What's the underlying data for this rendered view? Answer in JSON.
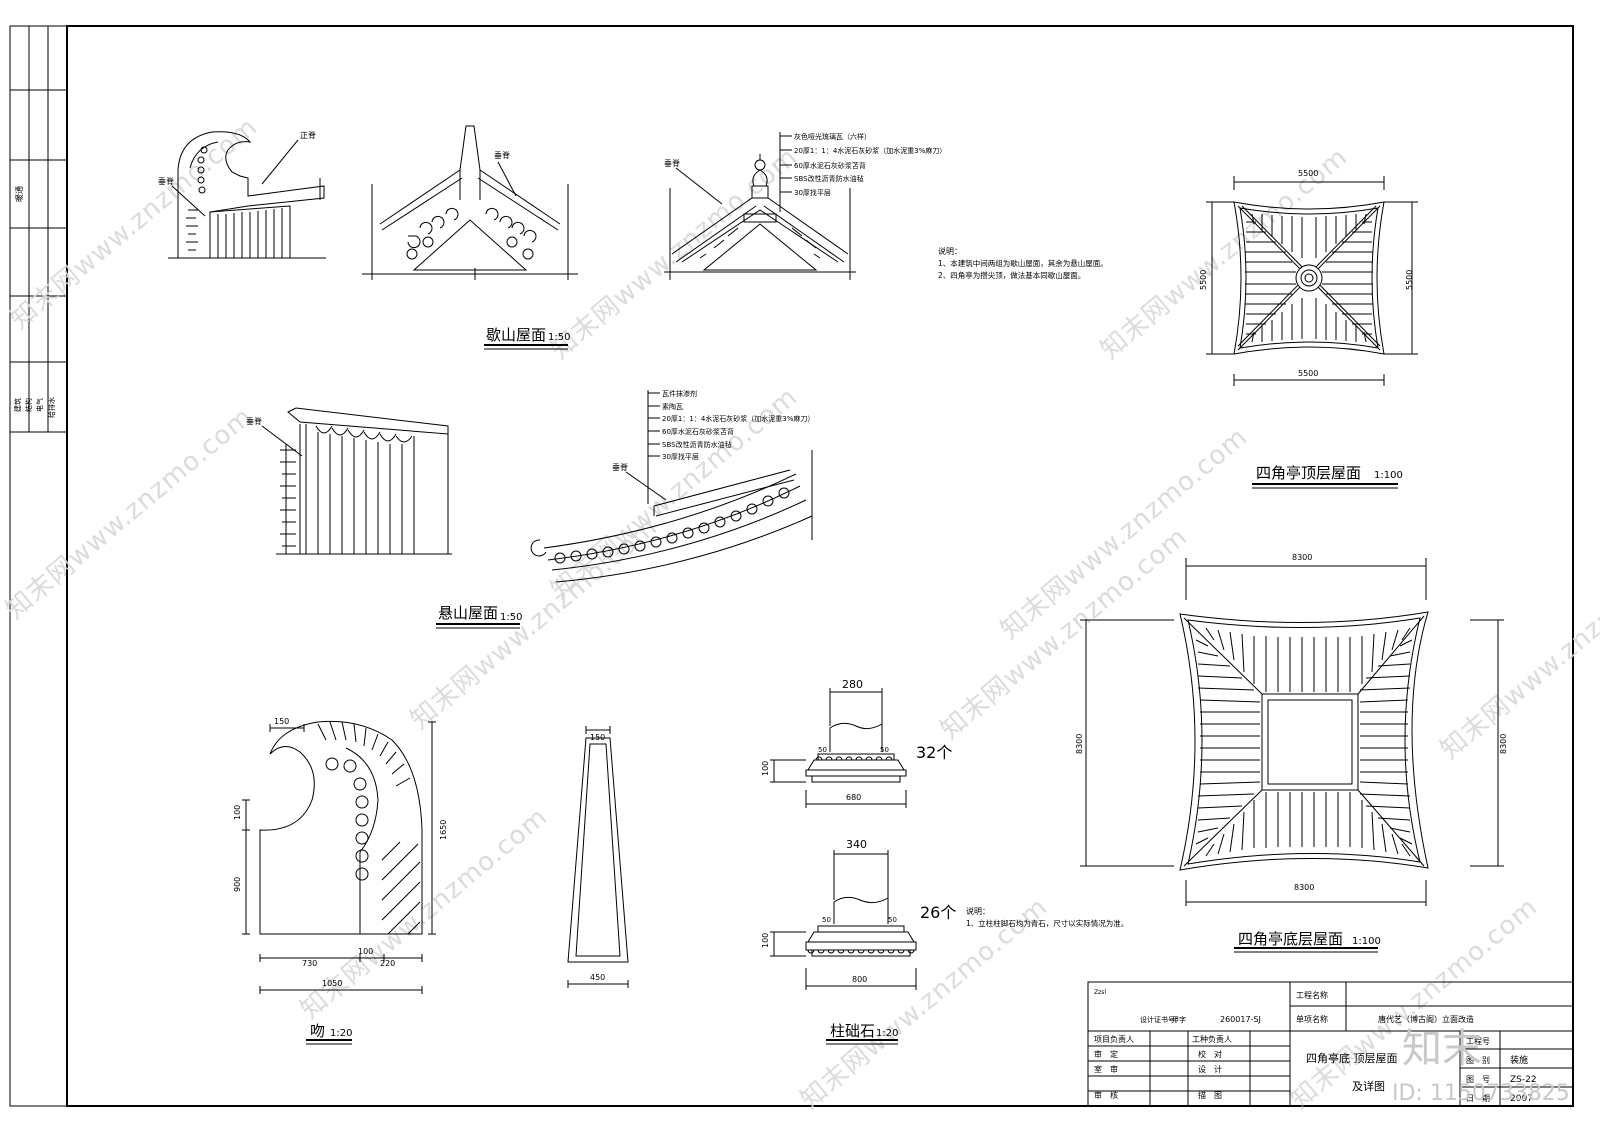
{
  "left_strip": {
    "upper_label": "暖通",
    "lower_labels": [
      "建筑",
      "结构",
      "电气",
      "给排水"
    ]
  },
  "xieshan": {
    "title": "歇山屋面",
    "scale": "1:50",
    "label_zhengji": "正脊",
    "label_chuiji_1": "垂脊",
    "label_chuiji_2": "垂脊",
    "label_chuiji_3": "垂脊",
    "layers": [
      "灰色哑光琉璃瓦（六样）",
      "20厚1：1：4水泥石灰砂浆（加水泥重3%麻刀）",
      "60厚水泥石灰砂浆苫背",
      "SBS改性沥青防水油毡",
      "30厚找平层"
    ]
  },
  "notes_top": {
    "title": "说明：",
    "items": [
      "1、本建筑中间两组为歇山屋面，其余为悬山屋面。",
      "2、四角亭为攒尖顶，做法基本同歇山屋面。"
    ]
  },
  "xuanshan": {
    "title": "悬山屋面",
    "scale": "1:50",
    "label_chuiji": "垂脊",
    "label_chuiji_2": "垂脊",
    "layers": [
      "瓦件抹渗剂",
      "素陶瓦",
      "20厚1：1：4水泥石灰砂浆（加水泥重3%麻刀）",
      "60厚水泥石灰砂浆苫背",
      "SBS改性沥青防水油毡",
      "30厚找平层"
    ]
  },
  "wen": {
    "title": "吻",
    "scale": "1:20",
    "dims": {
      "top": "150",
      "left_upper": "100",
      "left_lower": "900",
      "right": "1650",
      "bottom_a": "730",
      "bottom_b": "100",
      "bottom_c": "220",
      "total": "1050"
    }
  },
  "ridge_piece": {
    "dims": {
      "top": "150",
      "bottom": "450"
    }
  },
  "zhuchushi": {
    "title": "柱础石",
    "scale": "1:20",
    "a": {
      "top": "280",
      "side_l": "50",
      "side_r": "50",
      "height": "100",
      "bottom": "680",
      "count": "32个"
    },
    "b": {
      "top": "340",
      "side_l": "50",
      "side_r": "50",
      "height": "100",
      "bottom": "800",
      "count": "26个"
    }
  },
  "notes_bottom": {
    "title": "说明：",
    "items": [
      "1、立柱柱脚石均为青石，尺寸以实际情况为准。"
    ]
  },
  "top_roof": {
    "title": "四角亭顶层屋面",
    "scale": "1:100",
    "dims": {
      "top": "5500",
      "bottom": "5500",
      "left": "5500",
      "right": "5500"
    }
  },
  "bottom_roof": {
    "title": "四角亭底层屋面",
    "scale": "1:100",
    "dims": {
      "top": "8300",
      "bottom": "8300",
      "left": "8300",
      "right": "8300"
    }
  },
  "title_block": {
    "company_small": "Zzsl",
    "cert_label": "设计证书号：",
    "cert_grade": "甲字",
    "cert_no": "260017-SJ",
    "project_name_label": "工程名称",
    "project_name": "",
    "item_label": "单项名称",
    "item_value": "唐代艺（博古阁）立面改造",
    "roles_left": [
      "项目负责人",
      "审　定",
      "室　审",
      "审　核"
    ],
    "roles_right": [
      "工种负责人",
      "校　对",
      "设　计",
      "描　图"
    ],
    "drawing_title_1": "四角亭底 顶层屋面",
    "drawing_title_2": "及详图",
    "meta_labels": [
      "工程号",
      "图　别",
      "图　号",
      "日　期"
    ],
    "meta_values": [
      "",
      "装施",
      "ZS-22",
      "2007"
    ]
  },
  "watermark": {
    "text": "知末网www.znzmo.com",
    "logo": "知末",
    "id_text": "ID: 1150733825"
  }
}
